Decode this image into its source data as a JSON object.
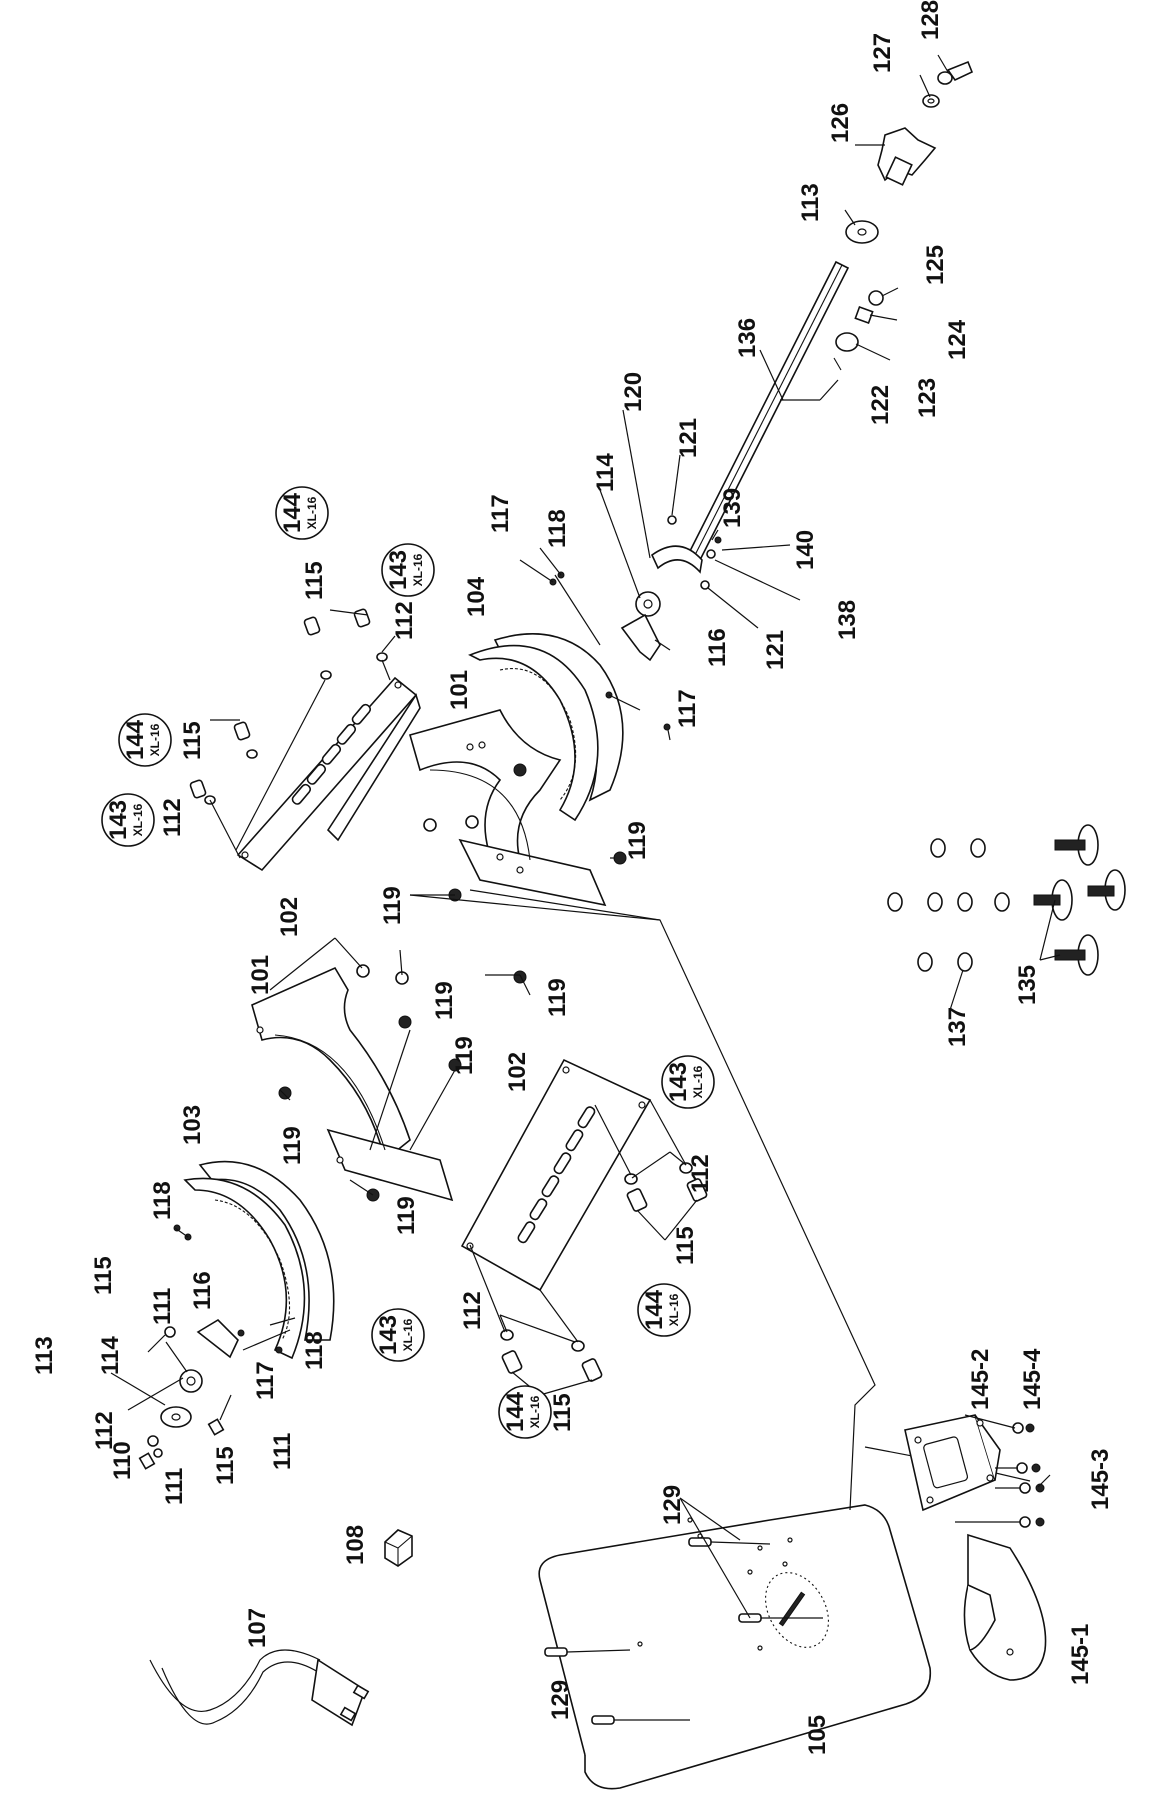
{
  "diagram": {
    "parts": [
      "101",
      "102",
      "103",
      "104",
      "105",
      "107",
      "108",
      "110",
      "111",
      "112",
      "113",
      "114",
      "115",
      "116",
      "117",
      "118",
      "119",
      "120",
      "121",
      "122",
      "123",
      "124",
      "125",
      "126",
      "127",
      "128",
      "129",
      "135",
      "136",
      "137",
      "138",
      "139",
      "140",
      "143",
      "144",
      "145-1",
      "145-2",
      "145-3",
      "145-4"
    ],
    "badge_sub_label": "XL-16",
    "labels": [
      {
        "id": "128",
        "text": "128"
      },
      {
        "id": "127",
        "text": "127"
      },
      {
        "id": "126",
        "text": "126"
      },
      {
        "id": "113a",
        "text": "113"
      },
      {
        "id": "125",
        "text": "125"
      },
      {
        "id": "124",
        "text": "124"
      },
      {
        "id": "136",
        "text": "136"
      },
      {
        "id": "123",
        "text": "123"
      },
      {
        "id": "122",
        "text": "122"
      },
      {
        "id": "120",
        "text": "120"
      },
      {
        "id": "121a",
        "text": "121"
      },
      {
        "id": "114a",
        "text": "114"
      },
      {
        "id": "139",
        "text": "139"
      },
      {
        "id": "140",
        "text": "140"
      },
      {
        "id": "138",
        "text": "138"
      },
      {
        "id": "121b",
        "text": "121"
      },
      {
        "id": "117a",
        "text": "117"
      },
      {
        "id": "118a",
        "text": "118"
      },
      {
        "id": "104",
        "text": "104"
      },
      {
        "id": "116a",
        "text": "116"
      },
      {
        "id": "117b",
        "text": "117"
      },
      {
        "id": "101a",
        "text": "101"
      },
      {
        "id": "115a",
        "text": "115"
      },
      {
        "id": "112a",
        "text": "112"
      },
      {
        "id": "115b",
        "text": "115"
      },
      {
        "id": "112b",
        "text": "112"
      },
      {
        "id": "102a",
        "text": "102"
      },
      {
        "id": "119a",
        "text": "119"
      },
      {
        "id": "119b",
        "text": "119"
      },
      {
        "id": "119c",
        "text": "119"
      },
      {
        "id": "101b",
        "text": "101"
      },
      {
        "id": "119d",
        "text": "119"
      },
      {
        "id": "119e",
        "text": "119"
      },
      {
        "id": "119f",
        "text": "119"
      },
      {
        "id": "119g",
        "text": "119"
      },
      {
        "id": "102b",
        "text": "102"
      },
      {
        "id": "112c",
        "text": "112"
      },
      {
        "id": "115c",
        "text": "115"
      },
      {
        "id": "103",
        "text": "103"
      },
      {
        "id": "118b",
        "text": "118"
      },
      {
        "id": "115d",
        "text": "115"
      },
      {
        "id": "111a",
        "text": "111"
      },
      {
        "id": "116b",
        "text": "116"
      },
      {
        "id": "113b",
        "text": "113"
      },
      {
        "id": "114b",
        "text": "114"
      },
      {
        "id": "117c",
        "text": "117"
      },
      {
        "id": "118c",
        "text": "118"
      },
      {
        "id": "112d",
        "text": "112"
      },
      {
        "id": "110",
        "text": "110"
      },
      {
        "id": "111b",
        "text": "111"
      },
      {
        "id": "115e",
        "text": "115"
      },
      {
        "id": "111c",
        "text": "111"
      },
      {
        "id": "112e",
        "text": "112"
      },
      {
        "id": "115f",
        "text": "115"
      },
      {
        "id": "108",
        "text": "108"
      },
      {
        "id": "107",
        "text": "107"
      },
      {
        "id": "129a",
        "text": "129"
      },
      {
        "id": "129b",
        "text": "129"
      },
      {
        "id": "105",
        "text": "105"
      },
      {
        "id": "145-2",
        "text": "145-2"
      },
      {
        "id": "145-4",
        "text": "145-4"
      },
      {
        "id": "145-3",
        "text": "145-3"
      },
      {
        "id": "145-1",
        "text": "145-1"
      },
      {
        "id": "135",
        "text": "135"
      },
      {
        "id": "137",
        "text": "137"
      }
    ],
    "badges": [
      {
        "id": "b144a",
        "text": "144"
      },
      {
        "id": "b143a",
        "text": "143"
      },
      {
        "id": "b144b",
        "text": "144"
      },
      {
        "id": "b143b",
        "text": "143"
      },
      {
        "id": "b143c",
        "text": "143"
      },
      {
        "id": "b143d",
        "text": "143"
      },
      {
        "id": "b144c",
        "text": "144"
      },
      {
        "id": "b144d",
        "text": "144"
      }
    ]
  }
}
